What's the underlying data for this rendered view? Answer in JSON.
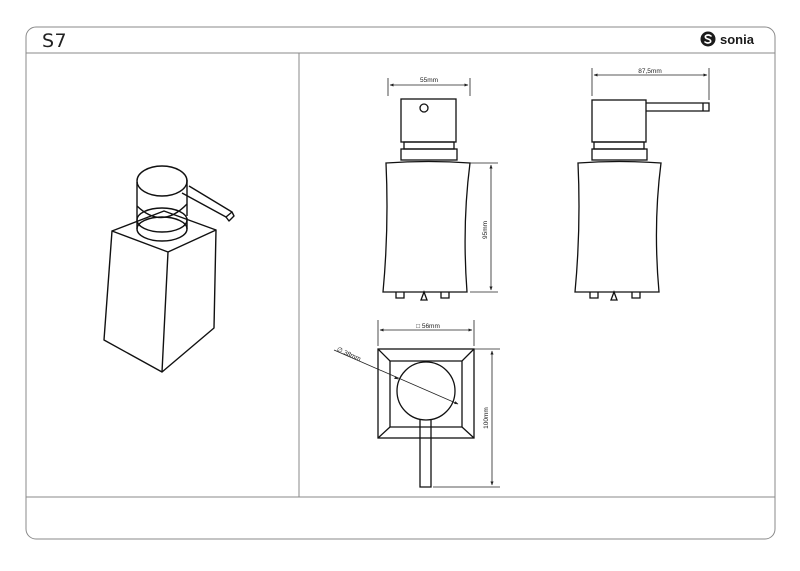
{
  "sheet": {
    "title": "S7",
    "brand": "sonia",
    "brand_icon": "sonia-s-logo-icon"
  },
  "dimensions": {
    "front_width": "55mm",
    "side_width": "87,5mm",
    "body_height": "95mm",
    "top_square": "□ 56mm",
    "pump_diameter": "∅ 38mm",
    "total_depth": "100mm"
  },
  "colors": {
    "border": "#7a7a7a",
    "line": "#111111"
  }
}
